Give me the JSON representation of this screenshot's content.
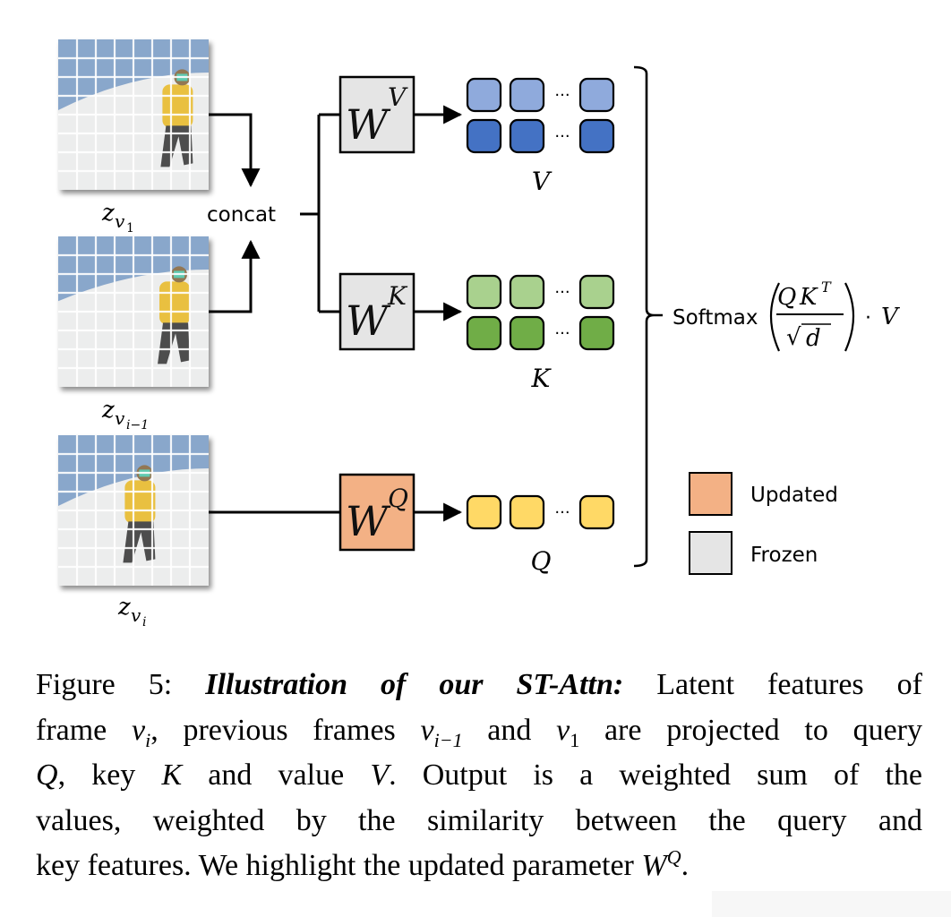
{
  "figure": {
    "inputs": [
      {
        "id": "z_v1",
        "label_base": "z",
        "label_sub": "v",
        "label_subsub": "1",
        "tint": "sky-snow-yellow-rider"
      },
      {
        "id": "z_vi-1",
        "label_base": "z",
        "label_sub": "v",
        "label_subsub": "i−1",
        "tint": "sky-snow-yellow-rider"
      },
      {
        "id": "z_vi",
        "label_base": "z",
        "label_sub": "v",
        "label_subsub": "i",
        "tint": "sky-snow-yellow-rider"
      }
    ],
    "grid_cells": 8,
    "concat_label": "concat",
    "projections": [
      {
        "id": "WV",
        "base": "W",
        "sup": "V",
        "state": "frozen",
        "output_label": "V",
        "rows": 2
      },
      {
        "id": "WK",
        "base": "W",
        "sup": "K",
        "state": "frozen",
        "output_label": "K",
        "rows": 2
      },
      {
        "id": "WQ",
        "base": "W",
        "sup": "Q",
        "state": "updated",
        "output_label": "Q",
        "rows": 1
      }
    ],
    "ellipsis": "···",
    "formula": {
      "func": "Softmax",
      "numerator_a": "Q",
      "numerator_b": "K",
      "numerator_sup": "T",
      "denominator_root": "√",
      "denominator_var": "d",
      "dot": "·",
      "tail": "V"
    },
    "legend": [
      {
        "label": "Updated",
        "state": "updated"
      },
      {
        "label": "Frozen",
        "state": "frozen"
      }
    ],
    "colors": {
      "updated": "#f3b185",
      "frozen": "#e5e5e5",
      "v_light": "#8faadc",
      "v_dark": "#4472c4",
      "k_light": "#a9d18e",
      "k_dark": "#70ad47",
      "q": "#ffd966",
      "stroke": "#000000",
      "sky": "#5b85b8",
      "snow": "#e8e9ea",
      "jacket": "#e5b316",
      "pants": "#262626",
      "grid": "#ffffff"
    }
  },
  "caption": {
    "prefix": "Figure 5: ",
    "title": "Illustration of our ST-Attn:",
    "l1_rest": " Latent features of",
    "l2_a": "frame ",
    "l2_v1": "v",
    "l2_v1_sub": "i",
    "l2_b": ", previous frames ",
    "l2_v2": "v",
    "l2_v2_sub": "i−1",
    "l2_c": " and ",
    "l2_v3": "v",
    "l2_v3_sub": "1",
    "l2_d": " are projected to query",
    "l3_Q": "Q",
    "l3_a": ", key ",
    "l3_K": "K",
    "l3_b": " and value ",
    "l3_V": "V",
    "l3_c": ".  Output is a weighted sum of the",
    "l4": "values, weighted by the similarity between the query and",
    "l5_a": "key features. We highlight the updated parameter ",
    "l5_W": "W",
    "l5_sup": "Q",
    "l5_end": "."
  }
}
